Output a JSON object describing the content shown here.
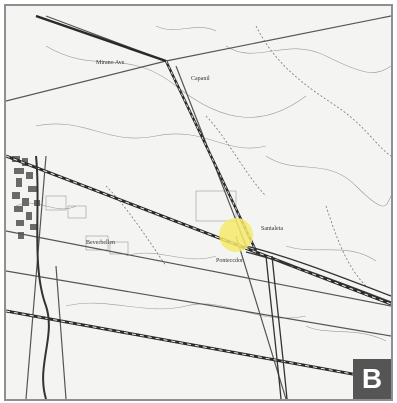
{
  "map": {
    "panel_label": "B",
    "highlight_color": "#f5e96a",
    "line_color": "#333333",
    "background_color": "#f4f4f2",
    "place_labels": [
      {
        "text": "Mirano Ave"
      },
      {
        "text": "Capanil"
      },
      {
        "text": "Santaleta"
      },
      {
        "text": "Beverbellen"
      },
      {
        "text": "Ponteccdor"
      }
    ]
  }
}
